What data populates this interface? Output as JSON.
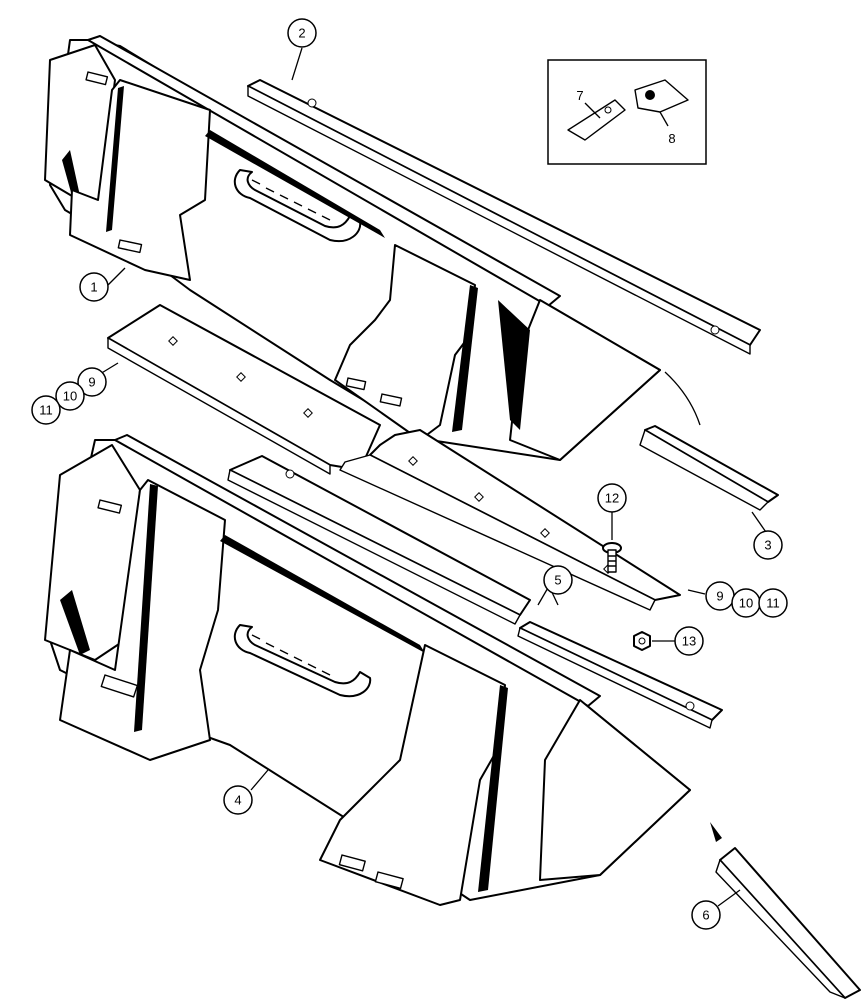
{
  "callouts": [
    {
      "id": "c1",
      "label": "1"
    },
    {
      "id": "c2",
      "label": "2"
    },
    {
      "id": "c3",
      "label": "3"
    },
    {
      "id": "c4",
      "label": "4"
    },
    {
      "id": "c5",
      "label": "5"
    },
    {
      "id": "c6",
      "label": "6"
    },
    {
      "id": "c9a",
      "label": "9"
    },
    {
      "id": "c10a",
      "label": "10"
    },
    {
      "id": "c11a",
      "label": "11"
    },
    {
      "id": "c9b",
      "label": "9"
    },
    {
      "id": "c10b",
      "label": "10"
    },
    {
      "id": "c11b",
      "label": "11"
    },
    {
      "id": "c12",
      "label": "12"
    },
    {
      "id": "c13",
      "label": "13"
    }
  ],
  "inset": {
    "labels": [
      "7",
      "8"
    ]
  }
}
